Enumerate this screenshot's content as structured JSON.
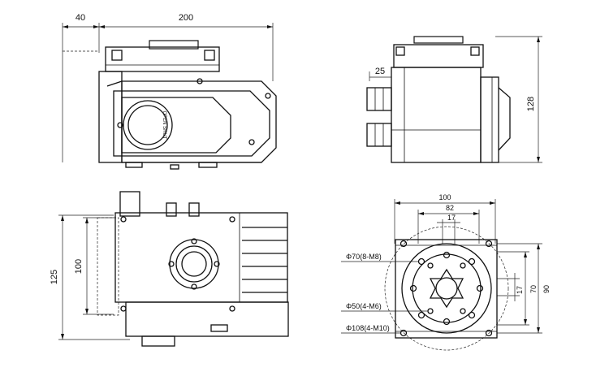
{
  "dimensions": {
    "front_offset": "40",
    "front_width": "200",
    "side_inset": "25",
    "side_height": "128",
    "bottom_height_outer": "125",
    "bottom_height_inner": "100",
    "flange_width_outer": "100",
    "flange_width_mid": "82",
    "flange_width_inner": "17",
    "flange_height_inner": "17",
    "flange_height_mid": "70",
    "flange_height_outer": "90"
  },
  "callouts": {
    "phi70": "Φ70(8-M8)",
    "phi50": "Φ50(4-M6)",
    "phi108": "Φ108(4-M10)"
  },
  "indicator_label": "OPEN SHUT"
}
